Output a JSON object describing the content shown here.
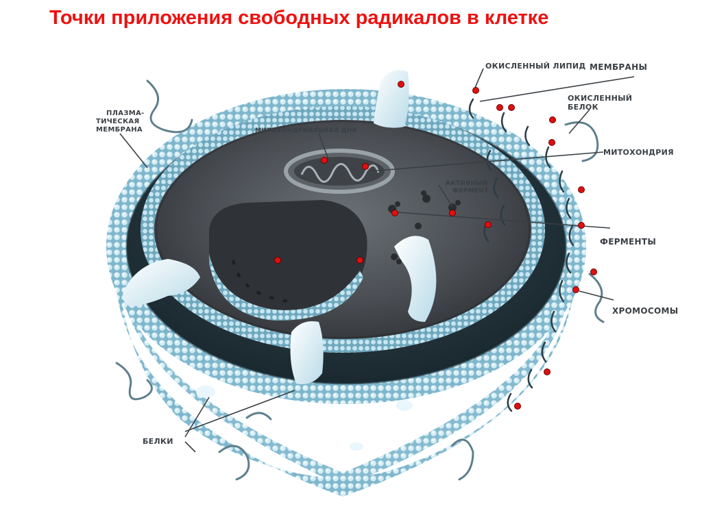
{
  "title": "Точки приложения свободных радикалов в клетке",
  "colors": {
    "title": "#ee1111",
    "marker": "#e01010",
    "membrane": "#8ec4d8",
    "membrane_dark": "#3d6f82",
    "cytoplasm": "#4a4e53",
    "nucleus": "#2f3236",
    "label": "#3a3f44"
  },
  "labels": {
    "oxidized_lipid": "ОКИСЛЕННЫЙ ЛИПИД",
    "membranes": "МЕМБРАНЫ",
    "oxidized_protein_1": "ОКИСЛЕННЫЙ",
    "oxidized_protein_2": "БЕЛОК",
    "mitochondria": "МИТОХОНДРИЯ",
    "enzymes": "ФЕРМЕНТЫ",
    "chromosomes": "ХРОМОСОМЫ",
    "plasma_membrane_1": "ПЛАЗМА-",
    "plasma_membrane_2": "ТИЧЕСКАЯ",
    "plasma_membrane_3": "МЕМБРАНА",
    "mito_dna": "МИТОХОНДРИАЛЬНАЯ ДНК",
    "active_enzyme_1": "АКТИВНЫЙ",
    "active_enzyme_2": "ФЕРМЕНТ",
    "proteins": "БЕЛКИ"
  }
}
